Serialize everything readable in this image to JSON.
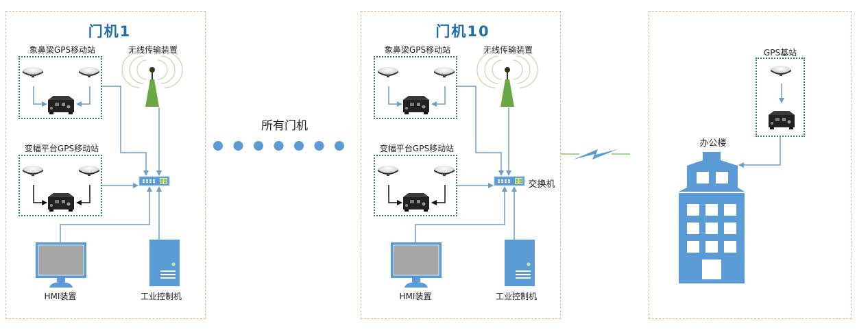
{
  "diagram": {
    "gantries": [
      {
        "title": "门机1",
        "elephant_group_label": "象鼻梁GPS移动站",
        "luffing_group_label": "变幅平台GPS移动站",
        "wireless_label": "无线传输装置",
        "hmi_label": "HMI装置",
        "ipc_label": "工业控制机",
        "switch_label": ""
      },
      {
        "title": "门机10",
        "elephant_group_label": "象鼻梁GPS移动站",
        "luffing_group_label": "变幅平台GPS移动站",
        "wireless_label": "无线传输装置",
        "hmi_label": "HMI装置",
        "ipc_label": "工业控制机",
        "switch_label": "交换机"
      }
    ],
    "middle": {
      "label": "所有门机",
      "dot_count": 7
    },
    "office": {
      "base_station_label": "GPS基站",
      "building_label": "办公楼"
    },
    "colors": {
      "gantry_border": "#e8b48c",
      "group_border": "#2f7a7a",
      "line_blue": "#6a9ec9",
      "device_blue": "#5b9bd5",
      "antenna_green": "#6aa843",
      "title_blue": "#1e6fa8",
      "link_green": "#8bbf7a"
    },
    "icons": {
      "gps_antenna": "gps-antenna-icon",
      "gps_receiver": "gps-receiver-icon",
      "wireless_tower": "wireless-tower-icon",
      "network_switch": "network-switch-icon",
      "monitor": "monitor-icon",
      "server": "server-icon",
      "building": "office-building-icon",
      "lightning_link": "wireless-link-icon"
    }
  }
}
